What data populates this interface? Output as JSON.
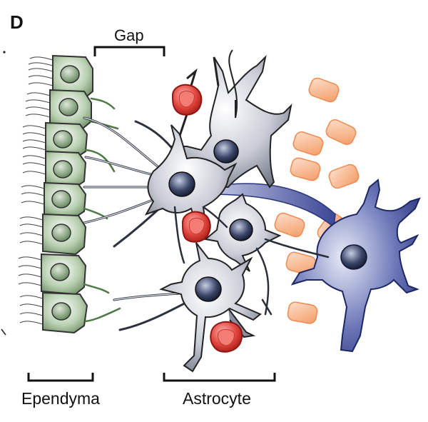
{
  "panel_letter": "D",
  "labels": {
    "gap": "Gap",
    "ependyma": "Ependyma",
    "astrocyte": "Astrocyte"
  },
  "colors": {
    "ependymal_cell": "#9fbf96",
    "astrocyte": "#9aa0b0",
    "neuron": "#2e3a8c",
    "red_blood_cell": "#d93a35",
    "oligo_cells": "#f2a070"
  },
  "cell_types": [
    "ependymal-cell",
    "astrocyte",
    "neuron",
    "red-blood-cell",
    "glial-cell"
  ]
}
